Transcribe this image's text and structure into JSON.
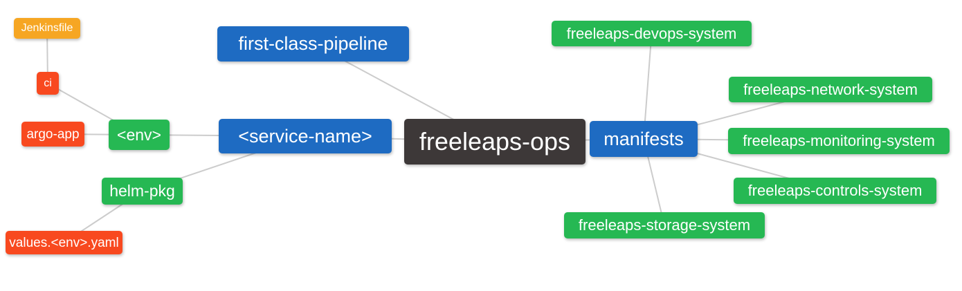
{
  "diagram": {
    "type": "mindmap",
    "root_label": "freeleaps-ops",
    "background": "#FFFFFF"
  },
  "palette": {
    "amber": "#F6A623",
    "red": "#F8491F",
    "green": "#26B853",
    "blue": "#1E6BC2",
    "dark": "#3D3838",
    "edge": "#CCCCCC",
    "text": "#FFFFFF"
  },
  "nodes": [
    {
      "id": "jenkinsfile",
      "label": "Jenkinsfile",
      "color": "amber"
    },
    {
      "id": "ci",
      "label": "ci",
      "color": "red"
    },
    {
      "id": "argo-app",
      "label": "argo-app",
      "color": "red"
    },
    {
      "id": "env",
      "label": "<env>",
      "color": "green"
    },
    {
      "id": "service-name",
      "label": "<service-name>",
      "color": "blue"
    },
    {
      "id": "helm-pkg",
      "label": "helm-pkg",
      "color": "green"
    },
    {
      "id": "values-env-yaml",
      "label": "values.<env>.yaml",
      "color": "red"
    },
    {
      "id": "first-class-pipeline",
      "label": "first-class-pipeline",
      "color": "blue"
    },
    {
      "id": "freeleaps-ops",
      "label": "freeleaps-ops",
      "color": "dark"
    },
    {
      "id": "manifests",
      "label": "manifests",
      "color": "blue"
    },
    {
      "id": "devops-system",
      "label": "freeleaps-devops-system",
      "color": "green"
    },
    {
      "id": "network-system",
      "label": "freeleaps-network-system",
      "color": "green"
    },
    {
      "id": "monitoring-system",
      "label": "freeleaps-monitoring-system",
      "color": "green"
    },
    {
      "id": "controls-system",
      "label": "freeleaps-controls-system",
      "color": "green"
    },
    {
      "id": "storage-system",
      "label": "freeleaps-storage-system",
      "color": "green"
    }
  ],
  "edges": [
    [
      "jenkinsfile",
      "ci"
    ],
    [
      "ci",
      "env"
    ],
    [
      "argo-app",
      "env"
    ],
    [
      "env",
      "service-name"
    ],
    [
      "service-name",
      "helm-pkg"
    ],
    [
      "helm-pkg",
      "values-env-yaml"
    ],
    [
      "first-class-pipeline",
      "freeleaps-ops"
    ],
    [
      "service-name",
      "freeleaps-ops"
    ],
    [
      "freeleaps-ops",
      "manifests"
    ],
    [
      "manifests",
      "devops-system"
    ],
    [
      "manifests",
      "network-system"
    ],
    [
      "manifests",
      "monitoring-system"
    ],
    [
      "manifests",
      "controls-system"
    ],
    [
      "manifests",
      "storage-system"
    ]
  ]
}
